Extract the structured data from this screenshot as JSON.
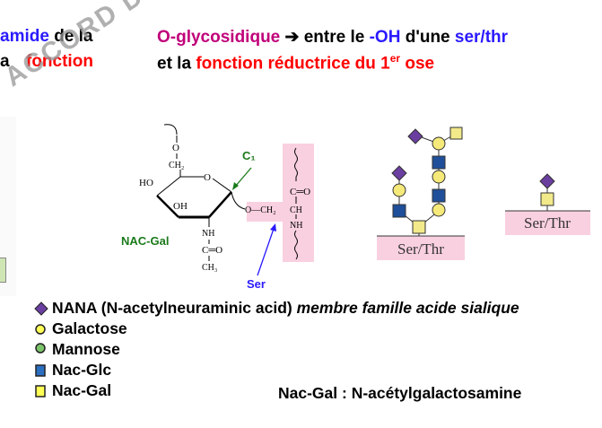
{
  "header": {
    "line1": {
      "part1": "amide",
      "part2": " de la",
      "part3": "O-glycosidique",
      "arrow": "➔",
      "part4": " entre le ",
      "part5": "-OH",
      "part6": " d'une ",
      "part7": "ser/thr"
    },
    "line2": {
      "part1": "a",
      "part2": "fonction",
      "part3": "et la ",
      "part4": "fonction réductrice du 1",
      "sup": "er",
      "part5": " ose"
    }
  },
  "watermark": "ACCORD DESAUTELS",
  "structure": {
    "ho": "HO",
    "oh": "OH",
    "ch2_top": "CH₂",
    "ring_o": "O",
    "o_top": "O",
    "c1": "C₁",
    "nh": "NH",
    "c_eq_o": "C═O",
    "ch3": "CH₃",
    "link": "O—CH₂",
    "ch": "CH",
    "nh_ser": "NH",
    "co_ser": "C═O",
    "label_sugar": "NAC-Gal",
    "label_ser": "Ser"
  },
  "glycans": {
    "box1": "Ser/Thr",
    "box2": "Ser/Thr"
  },
  "colors": {
    "nana": "#6b3fa0",
    "galactose": "#f5e97a",
    "mannose": "#7cc46a",
    "nacglc": "#1f4f9a",
    "nacgal": "#f2e98a",
    "serthr_box": "#f9d0e0",
    "label_green": "#1a7a1a",
    "label_blue": "#2a1aff"
  },
  "legend": [
    {
      "icon": "diamond",
      "label": "NANA (N-acetylneuraminic acid) ",
      "italic": "membre famille acide sialique"
    },
    {
      "icon": "circle-yellow",
      "label": "Galactose",
      "italic": ""
    },
    {
      "icon": "circle-green",
      "label": "Mannose",
      "italic": ""
    },
    {
      "icon": "square-blue",
      "label": "Nac-Glc",
      "italic": ""
    },
    {
      "icon": "square-yellow",
      "label": "Nac-Gal",
      "italic": ""
    }
  ],
  "note": "Nac-Gal : N-acétylgalactosamine"
}
